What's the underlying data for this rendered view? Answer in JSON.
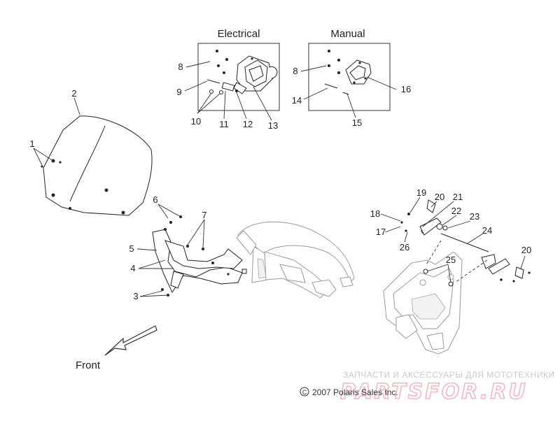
{
  "boxes": {
    "electrical": {
      "title": "Electrical"
    },
    "manual": {
      "title": "Manual"
    }
  },
  "callouts": {
    "c1": "1",
    "c2": "2",
    "c3": "3",
    "c4": "4",
    "c5": "5",
    "c6": "6",
    "c7": "7",
    "c8a": "8",
    "c8b": "8",
    "c9": "9",
    "c10": "10",
    "c11": "11",
    "c12": "12",
    "c13": "13",
    "c14": "14",
    "c15": "15",
    "c16": "16",
    "c17": "17",
    "c18": "18",
    "c19": "19",
    "c20a": "20",
    "c20b": "20",
    "c21": "21",
    "c22": "22",
    "c23": "23",
    "c24": "24",
    "c25": "25",
    "c26": "26"
  },
  "front_label": "Front",
  "copyright": {
    "symbol": "C",
    "text": "2007 Polaris Sales Inc."
  },
  "watermark": {
    "tagline": "ЗАПЧАСТИ И АКСЕССУАРЫ ДЛЯ МОТОТЕХНИКИ",
    "brand": "PARTSFOR.RU"
  },
  "colors": {
    "line": "#222222",
    "ghost": "#9a9a9a",
    "watermark": "#f2b8be"
  }
}
